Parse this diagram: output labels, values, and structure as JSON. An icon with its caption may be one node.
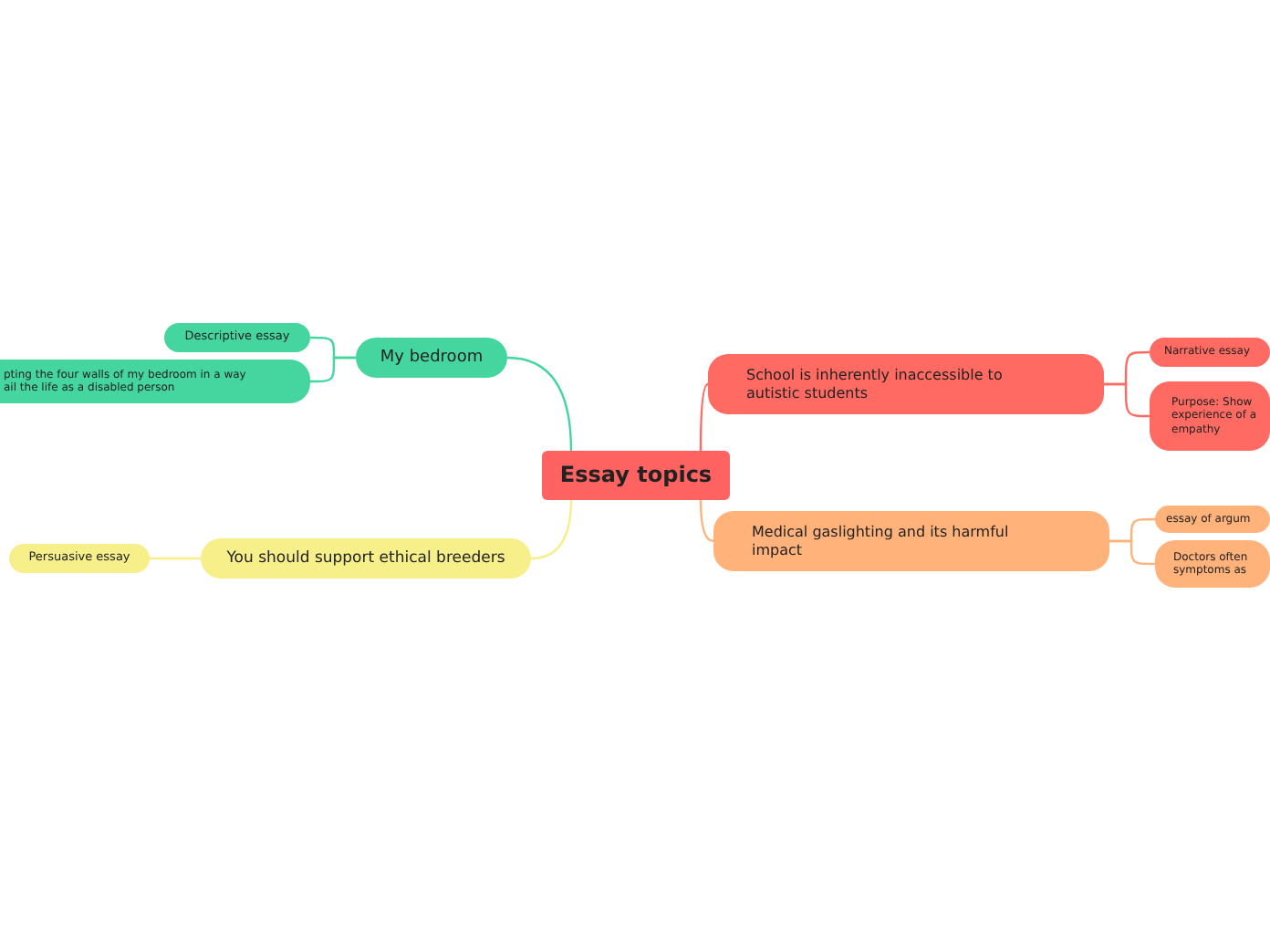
{
  "diagram": {
    "nodes": [
      {
        "text": [
          "Essay topics"
        ]
      },
      {
        "text": [
          "My bedroom"
        ]
      },
      {
        "text": [
          "Descriptive essay"
        ]
      },
      {
        "text": [
          "pting the four walls of my bedroom in a way ail the life as a disabled person"
        ]
      },
      {
        "text": [
          "You should support ethical breeders"
        ]
      },
      {
        "text": [
          "Persuasive essay"
        ]
      },
      {
        "text": [
          "School is inherently inaccessible to autistic students"
        ]
      },
      {
        "text": [
          "Narrative essay"
        ]
      },
      {
        "text": [
          "Purpose: Show experience of a empathy"
        ]
      },
      {
        "text": [
          "Medical gaslighting and its harmful impact"
        ]
      },
      {
        "text": [
          "essay of argum"
        ]
      },
      {
        "text": [
          "Doctors often symptoms as"
        ]
      }
    ],
    "edges": [
      {
        "from": 0,
        "to": 1,
        "arrow": "none",
        "color": "#45d6a0"
      },
      {
        "from": 1,
        "to": 2,
        "arrow": "none",
        "color": "#45d6a0"
      },
      {
        "from": 1,
        "to": 3,
        "arrow": "none",
        "color": "#45d6a0"
      },
      {
        "from": 0,
        "to": 4,
        "arrow": "none",
        "color": "#f6ef8a"
      },
      {
        "from": 4,
        "to": 5,
        "arrow": "none",
        "color": "#f6ef8a"
      },
      {
        "from": 0,
        "to": 6,
        "arrow": "none",
        "color": "#ff6b63"
      },
      {
        "from": 6,
        "to": 7,
        "arrow": "none",
        "color": "#ff6b63"
      },
      {
        "from": 6,
        "to": 8,
        "arrow": "none",
        "color": "#ff6b63"
      },
      {
        "from": 0,
        "to": 9,
        "arrow": "none",
        "color": "#ffb27a"
      },
      {
        "from": 9,
        "to": 10,
        "arrow": "none",
        "color": "#ffb27a"
      },
      {
        "from": 9,
        "to": 11,
        "arrow": "none",
        "color": "#ffb27a"
      }
    ]
  }
}
